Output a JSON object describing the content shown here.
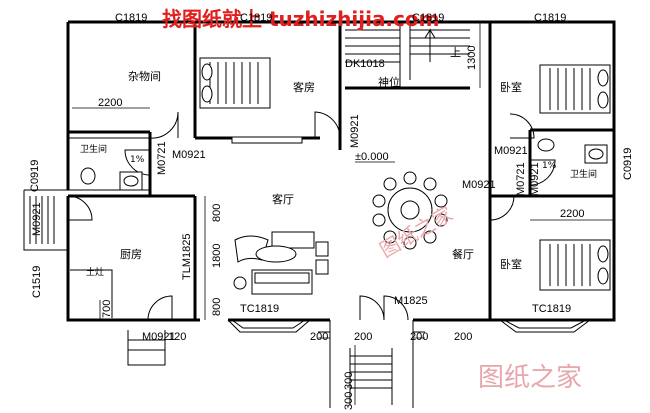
{
  "watermark": {
    "top": "找图纸就上 tuzhizhijia.com",
    "center": "图纸之家",
    "bottom_right": "图纸之家"
  },
  "rooms": {
    "storage": "杂物间",
    "guest_room": "客房",
    "bathroom_left": "卫生间",
    "bathroom_right": "卫生间",
    "kitchen": "厨房",
    "stove": "土灶",
    "living_room": "客厅",
    "dining": "餐厅",
    "shrine": "神位",
    "bedroom_top": "卧室",
    "bedroom_bottom": "卧室"
  },
  "elevation": "±0.000",
  "stair_mark": "上",
  "labels": {
    "c1819_a": "C1819",
    "c1819_b": "C1819",
    "c1819_c": "C1819",
    "c1819_d": "C1819",
    "dk1018": "DK1018",
    "m0921_a": "M0921",
    "m0921_b": "M0921",
    "m0921_c": "M0921",
    "m0921_d": "M0921",
    "m0921_e": "M0921",
    "m0921_f": "M0921",
    "m0921_g": "M0921",
    "m0721_a": "M0721",
    "m0721_b": "M0721",
    "c0919_a": "C0919",
    "c0919_b": "C0919",
    "c1519": "C1519",
    "tlm1825": "TLM1825",
    "tc1819_a": "TC1819",
    "tc1819_b": "TC1819",
    "m1825": "M1825"
  },
  "dimensions": {
    "d2200_left": "2200",
    "d2200_right": "2200",
    "d1300": "1300",
    "d800_top": "800",
    "d1800": "1800",
    "d800_bot": "800",
    "d700": "700",
    "d120": "120",
    "d200_a": "200",
    "d200_b": "200",
    "d200_c": "200",
    "d200_d": "200",
    "d300_a": "300",
    "d300_b": "300",
    "pct_a": "1%",
    "pct_b": "1%"
  },
  "colors": {
    "watermark_red": "#e0201e",
    "watermark_pink": "#e9a9ae"
  }
}
